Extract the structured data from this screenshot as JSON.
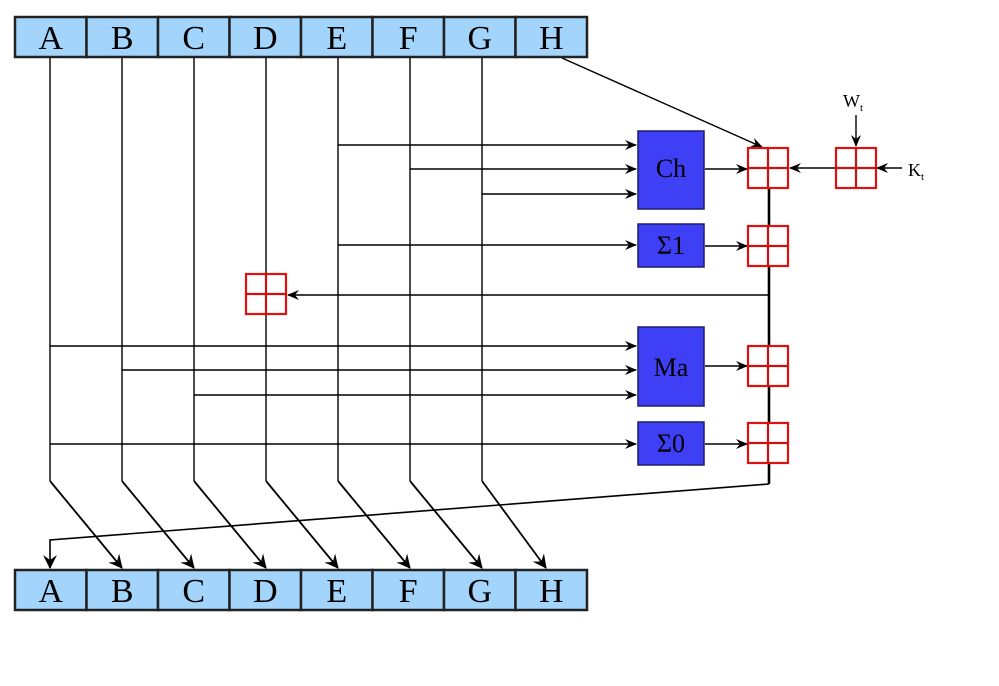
{
  "diagram": {
    "title": "SHA-2 compression round",
    "registers_in": [
      "A",
      "B",
      "C",
      "D",
      "E",
      "F",
      "G",
      "H"
    ],
    "registers_out": [
      "A",
      "B",
      "C",
      "D",
      "E",
      "F",
      "G",
      "H"
    ],
    "functions": {
      "ch": "Ch",
      "sigma1": "Σ1",
      "ma": "Ma",
      "sigma0": "Σ0"
    },
    "constants": {
      "w": {
        "base": "W",
        "sub": "t"
      },
      "k": {
        "base": "K",
        "sub": "t"
      }
    },
    "colors": {
      "register_fill": "#a3d4fb",
      "function_fill": "#3f3ff5",
      "adder_stroke": "#dd1111"
    }
  }
}
